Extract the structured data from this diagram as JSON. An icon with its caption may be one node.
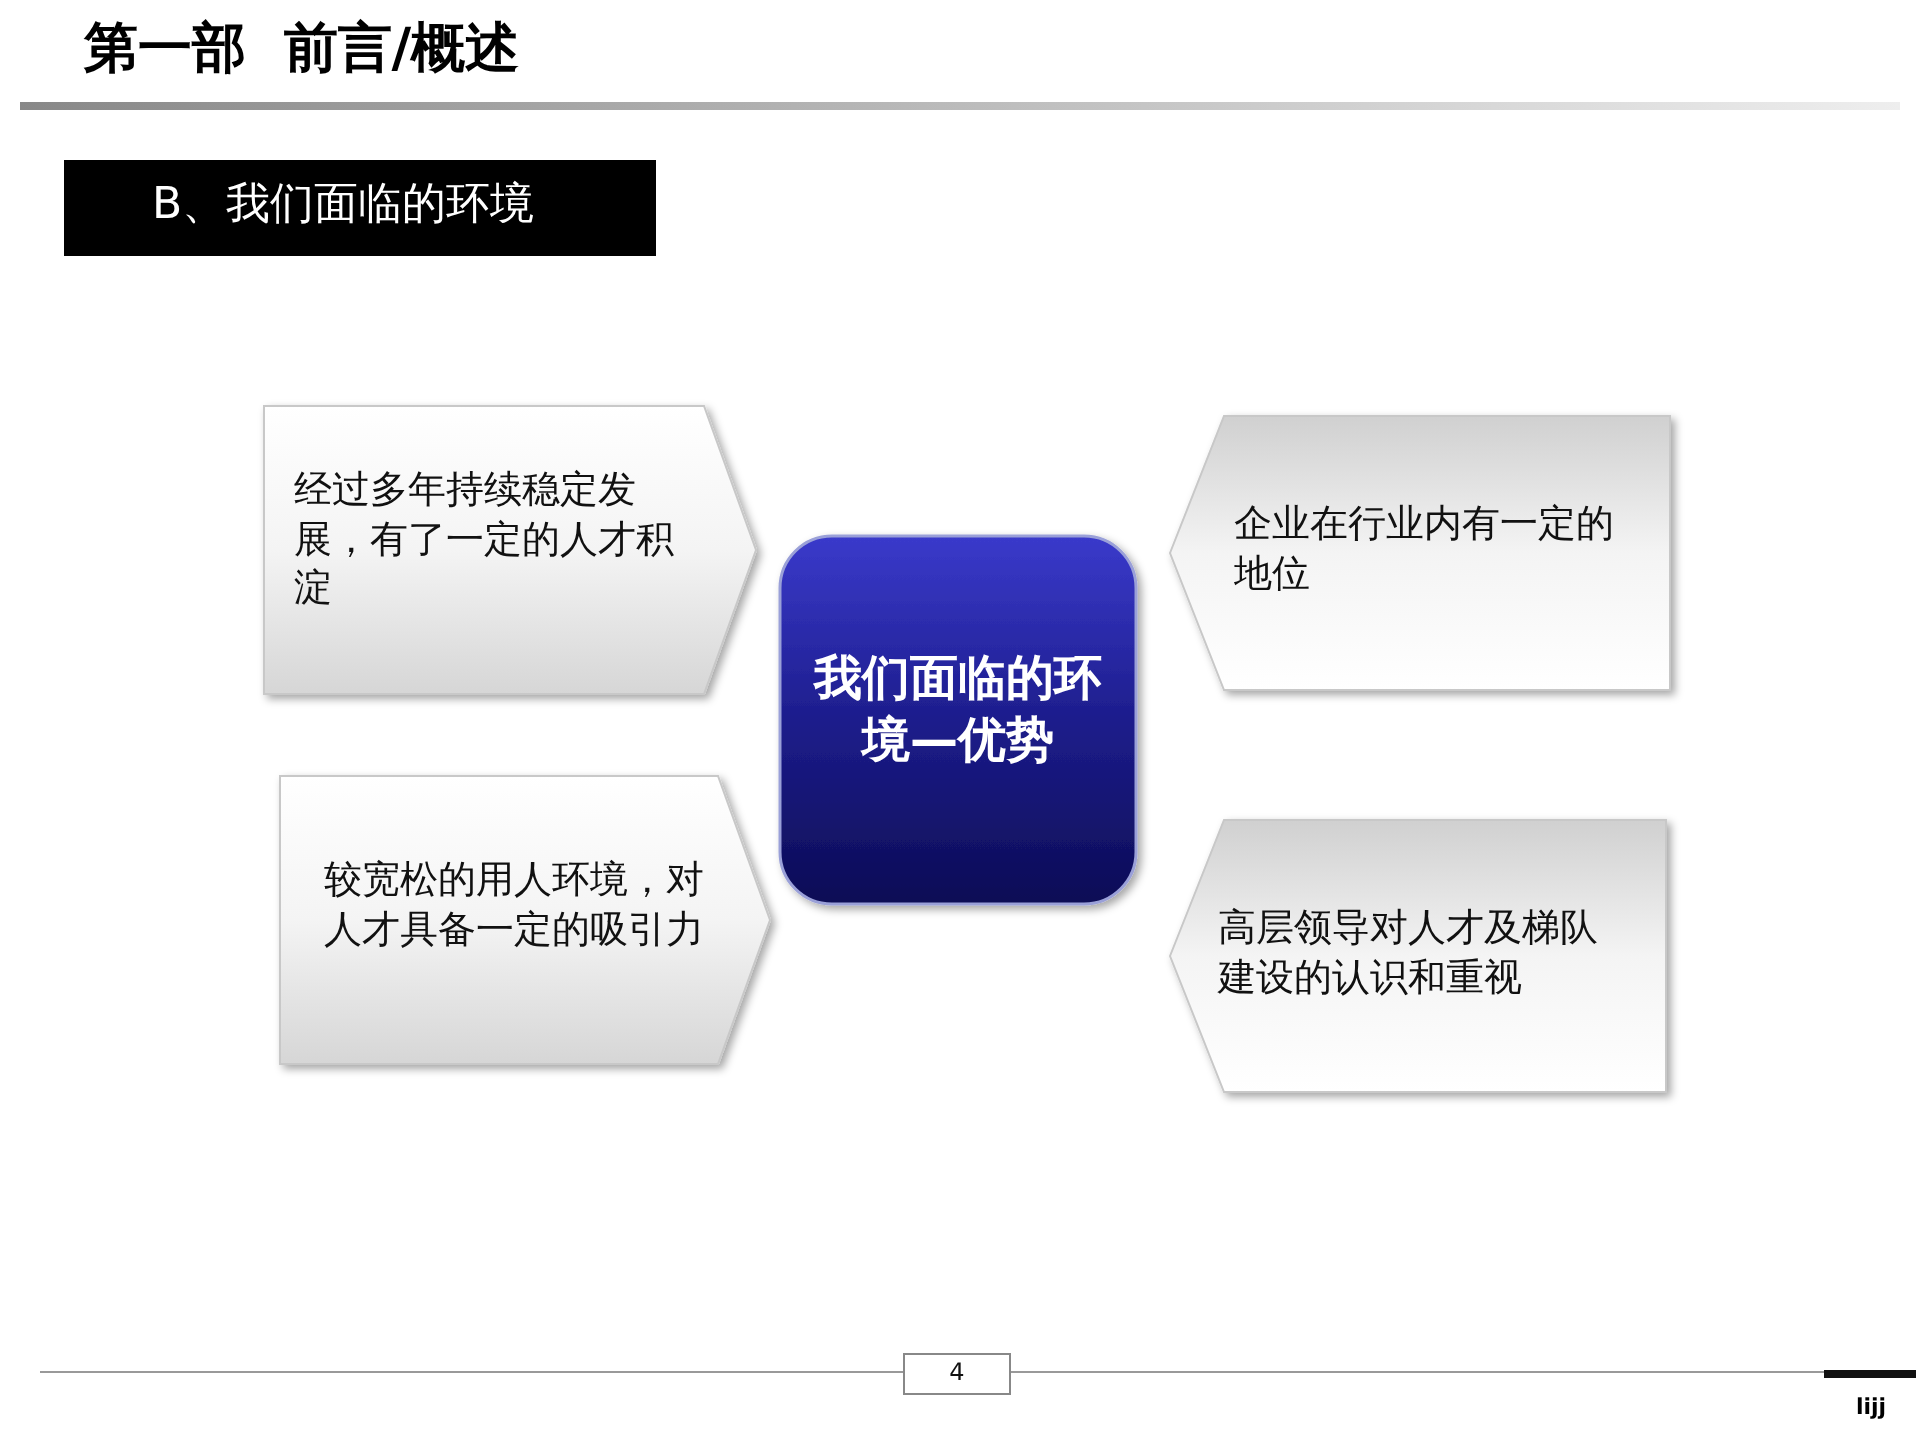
{
  "diagram": {
    "title": "第一部  前言/概述",
    "nodes": [
      {
        "text": [
          "B、我们面临的环境"
        ]
      },
      {
        "text": [
          "经过多年持续稳定发展，有了一定的人才积淀"
        ]
      },
      {
        "text": [
          "较宽松的用人环境，对人才具备一定的吸引力"
        ]
      },
      {
        "text": [
          "我们面临的环境—优势"
        ]
      },
      {
        "text": [
          "企业在行业内有一定的地位"
        ]
      },
      {
        "text": [
          "高层领导对人才及梯队建设的认识和重视"
        ]
      },
      {
        "text": [
          "4"
        ]
      }
    ],
    "edges": [],
    "labels": [
      "lijj"
    ]
  }
}
